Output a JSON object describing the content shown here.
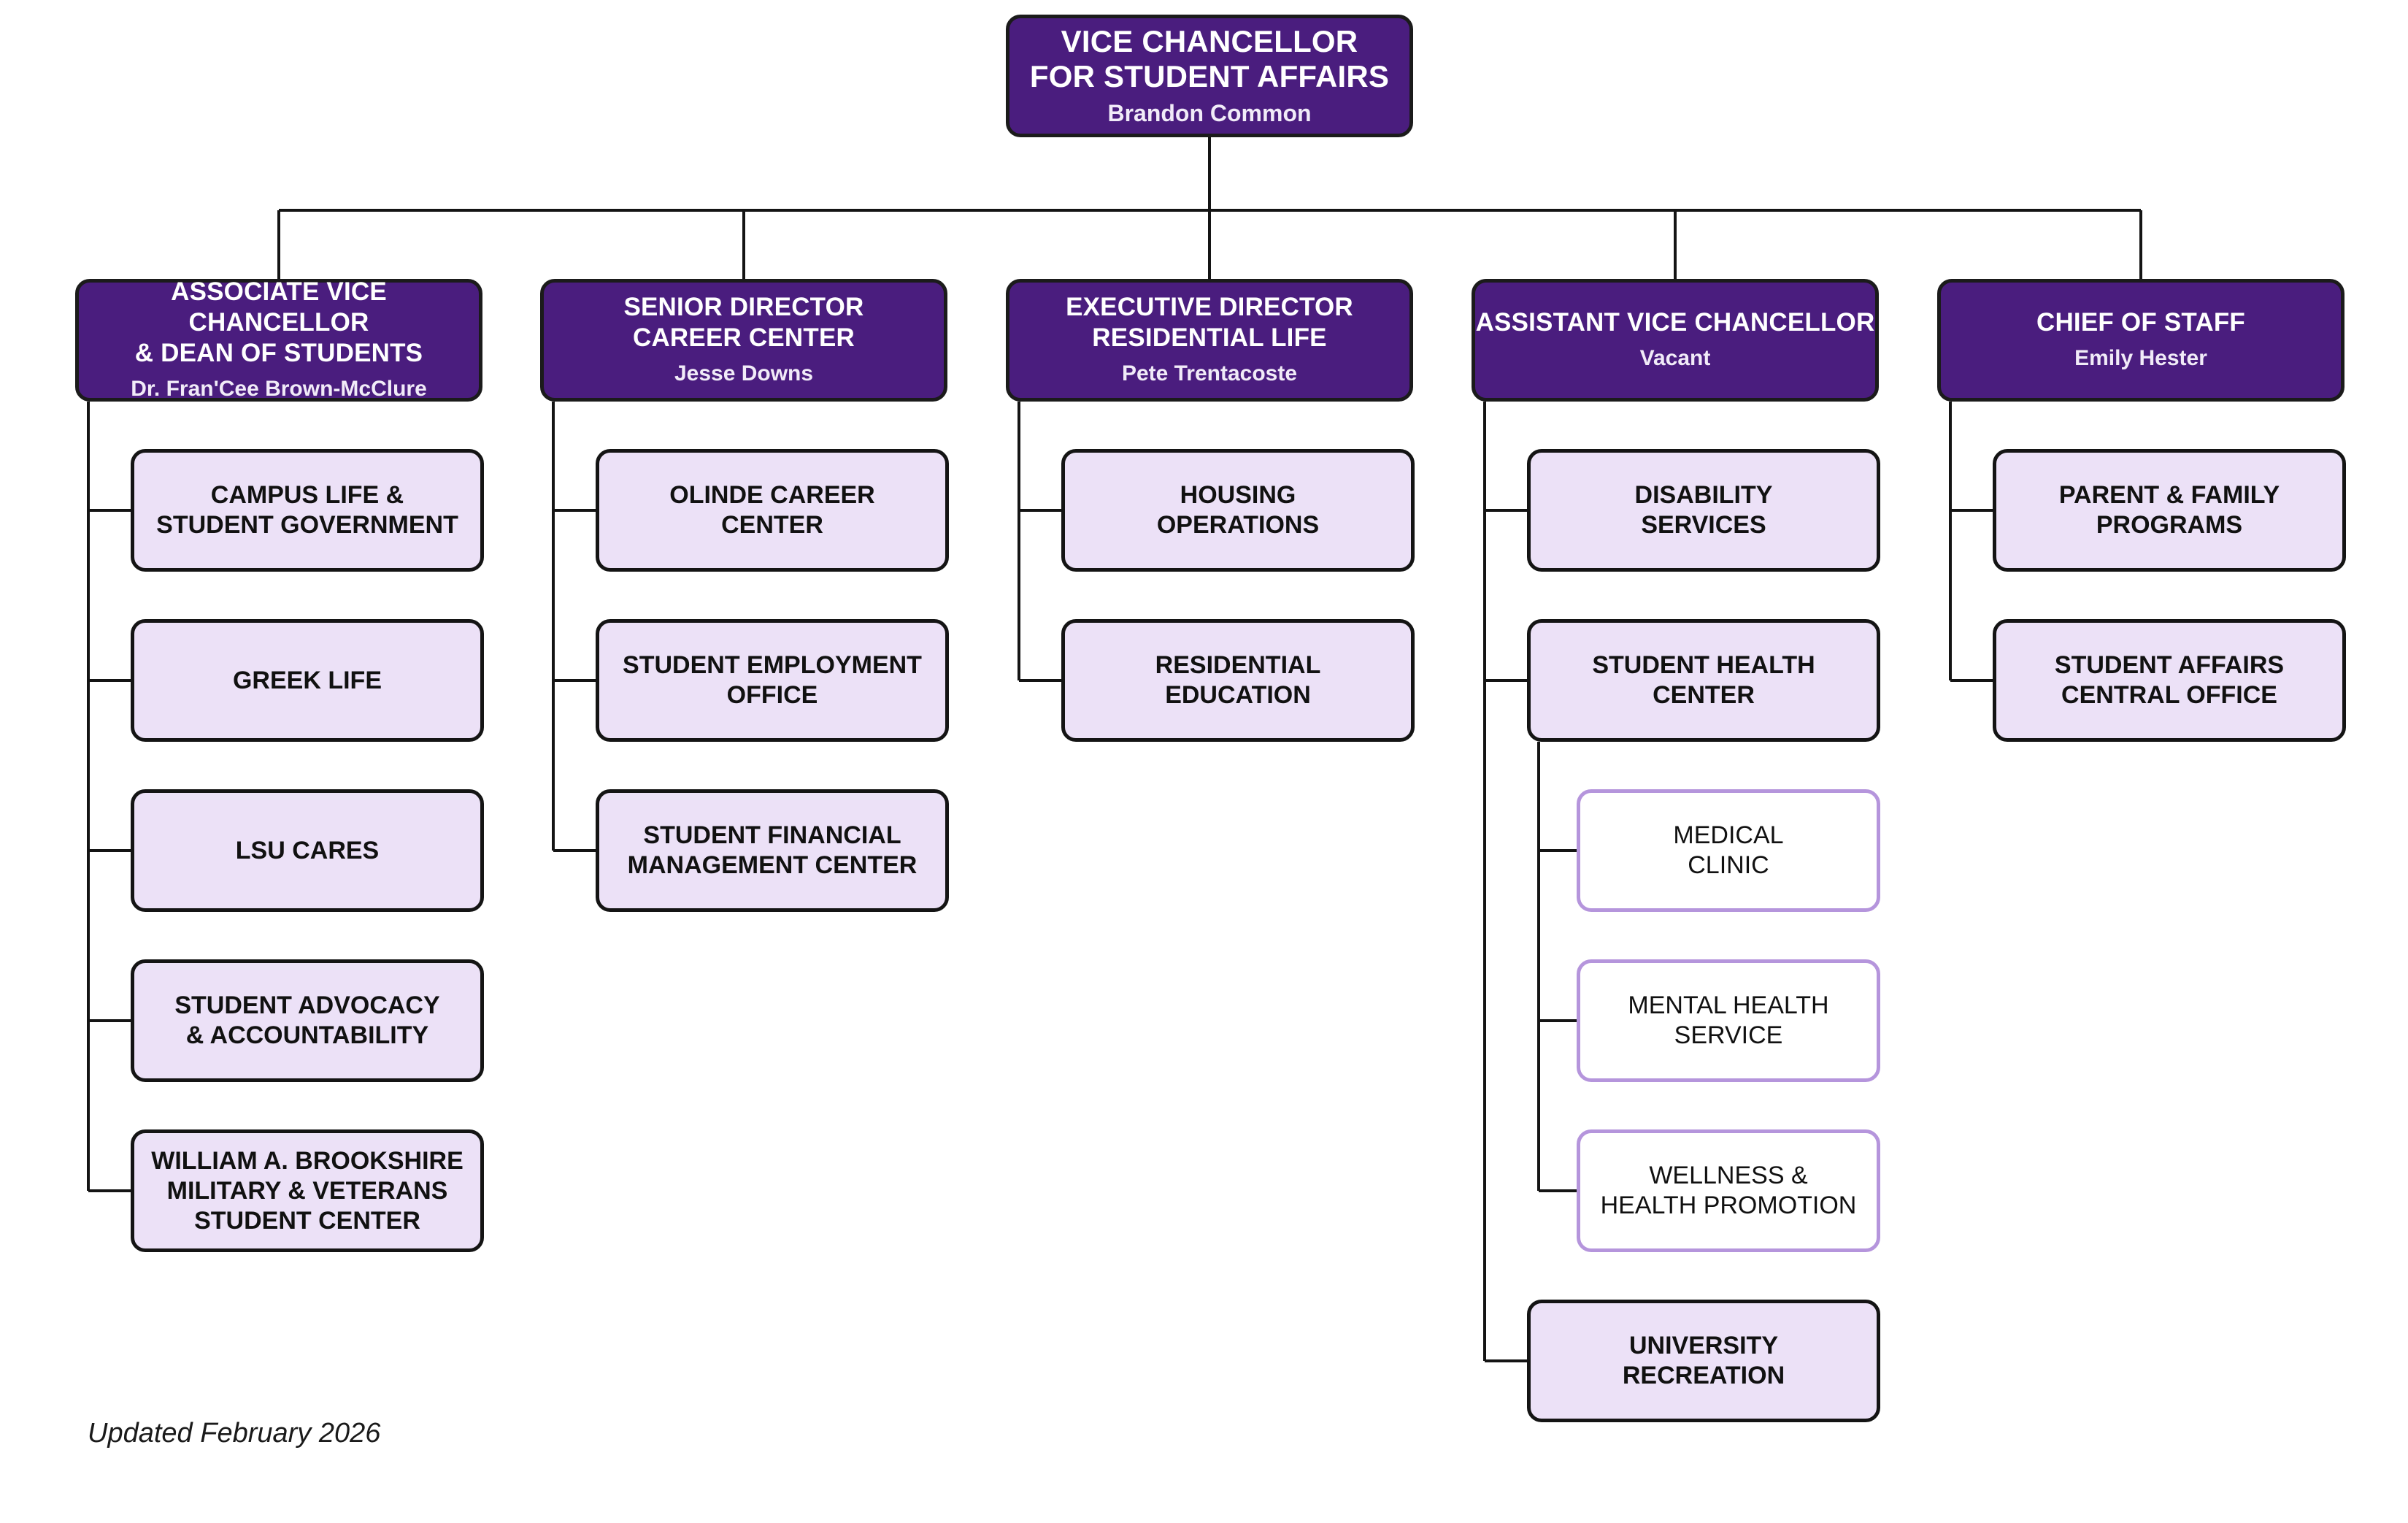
{
  "top": {
    "title": "VICE CHANCELLOR\nFOR STUDENT AFFAIRS",
    "name": "Brandon Common"
  },
  "columns": [
    {
      "head": {
        "title": "ASSOCIATE VICE CHANCELLOR\n& DEAN OF STUDENTS",
        "name": "Dr. Fran'Cee Brown-McClure"
      },
      "units": [
        {
          "label": "CAMPUS LIFE &\nSTUDENT GOVERNMENT"
        },
        {
          "label": "GREEK LIFE"
        },
        {
          "label": "LSU CARES"
        },
        {
          "label": "STUDENT ADVOCACY\n& ACCOUNTABILITY"
        },
        {
          "label": "WILLIAM A. BROOKSHIRE\nMILITARY & VETERANS\nSTUDENT CENTER"
        }
      ]
    },
    {
      "head": {
        "title": "SENIOR DIRECTOR\nCAREER CENTER",
        "name": "Jesse Downs"
      },
      "units": [
        {
          "label": "OLINDE CAREER\nCENTER"
        },
        {
          "label": "STUDENT EMPLOYMENT\nOFFICE"
        },
        {
          "label": "STUDENT FINANCIAL\nMANAGEMENT CENTER"
        }
      ]
    },
    {
      "head": {
        "title": "EXECUTIVE DIRECTOR\nRESIDENTIAL LIFE",
        "name": "Pete Trentacoste"
      },
      "units": [
        {
          "label": "HOUSING\nOPERATIONS"
        },
        {
          "label": "RESIDENTIAL\nEDUCATION"
        }
      ]
    },
    {
      "head": {
        "title": "ASSISTANT VICE CHANCELLOR",
        "name": "Vacant"
      },
      "units": [
        {
          "label": "DISABILITY\nSERVICES"
        },
        {
          "label": "STUDENT HEALTH\nCENTER",
          "children": [
            {
              "label": "MEDICAL\nCLINIC"
            },
            {
              "label": "MENTAL HEALTH\nSERVICE"
            },
            {
              "label": "WELLNESS &\nHEALTH PROMOTION"
            }
          ]
        },
        {
          "label": "UNIVERSITY\nRECREATION"
        }
      ]
    },
    {
      "head": {
        "title": "CHIEF OF STAFF",
        "name": "Emily Hester"
      },
      "units": [
        {
          "label": "PARENT & FAMILY\nPROGRAMS"
        },
        {
          "label": "STUDENT AFFAIRS\nCENTRAL OFFICE"
        }
      ]
    }
  ],
  "footer": "Updated February 2026",
  "colors": {
    "head_fill": "#4a1d7e",
    "unit_fill": "#ece1f7",
    "sub_border": "#b595dc",
    "line": "#141414"
  }
}
